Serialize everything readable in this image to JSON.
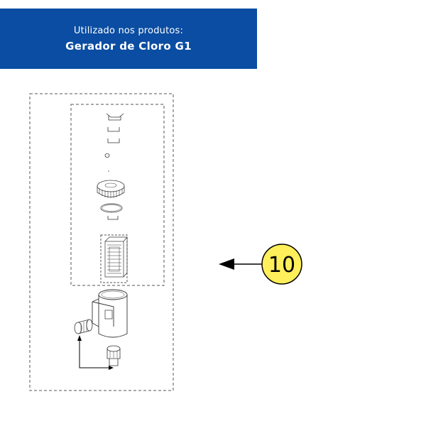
{
  "banner": {
    "line1": "Utilizado  nos produtos:",
    "line2": "Gerador de Cloro G1"
  },
  "callout": {
    "number": "10"
  },
  "colors": {
    "banner_bg": "#0a4da2",
    "callout_fill": "#ffef5a",
    "line": "#000000",
    "dash": "#555555"
  },
  "icons": [
    "exploded-parts-diagram",
    "arrow-left-icon",
    "callout-circle"
  ]
}
